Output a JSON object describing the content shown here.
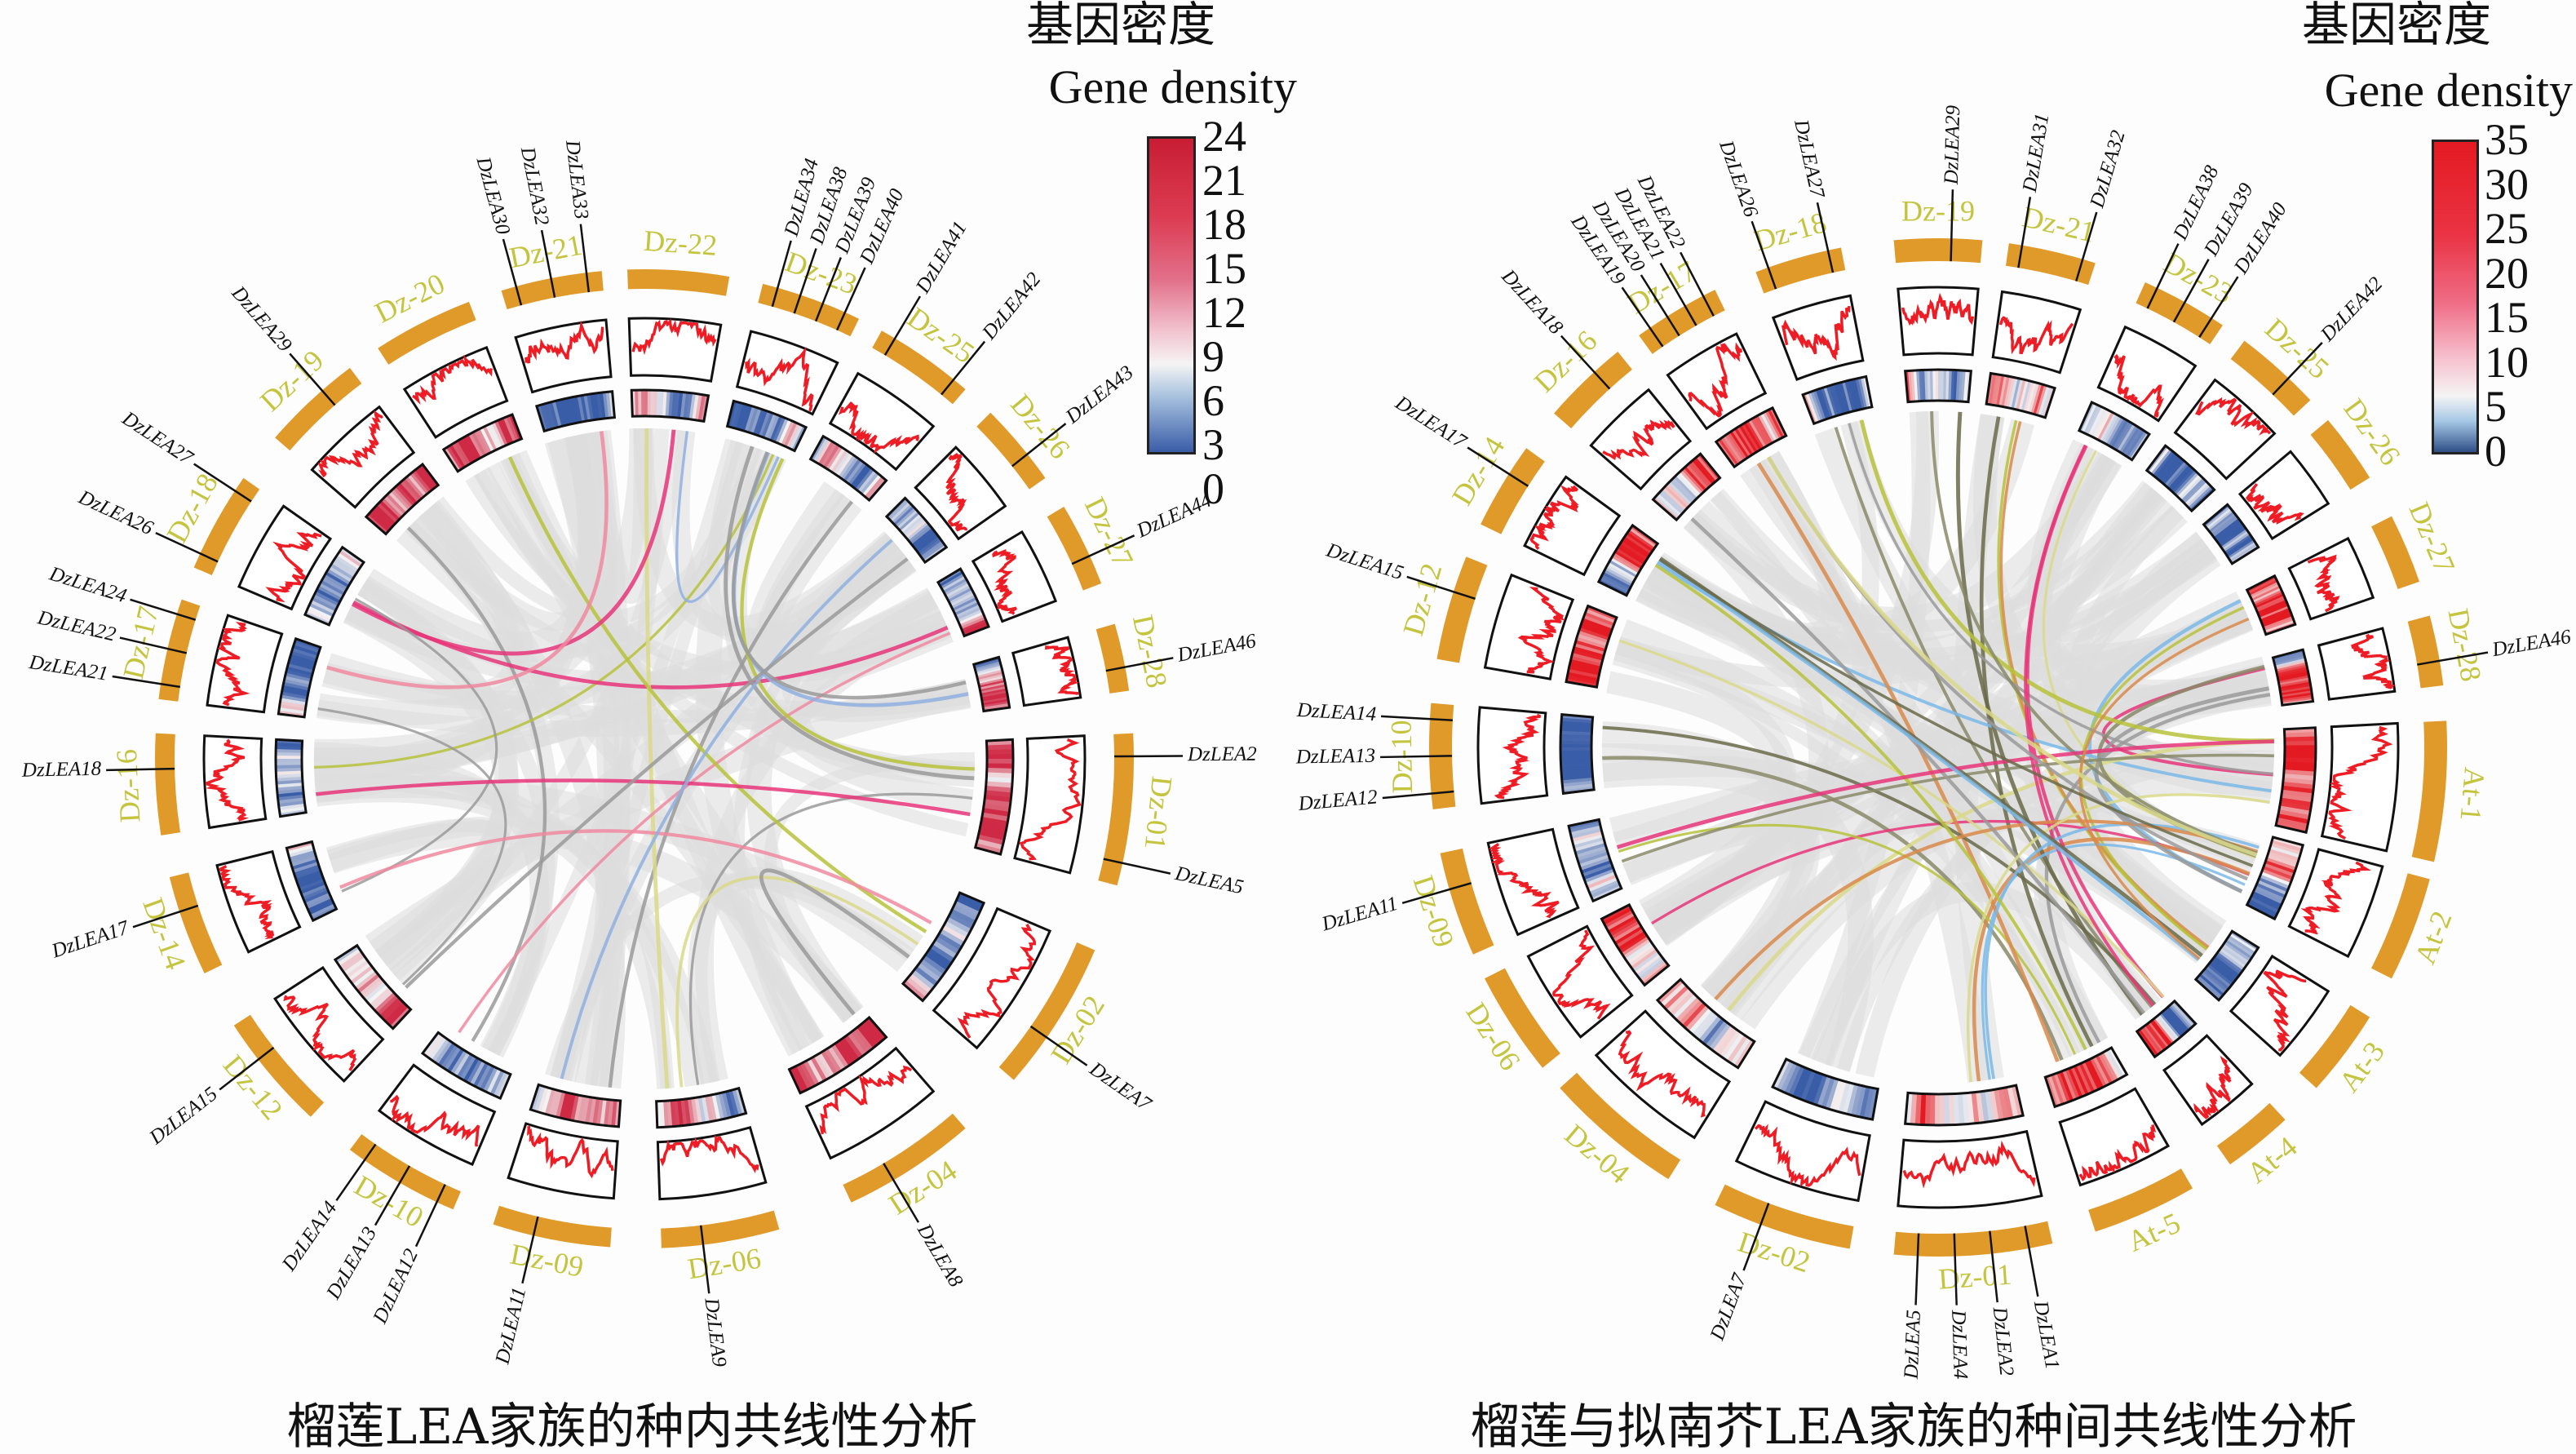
{
  "legends": [
    {
      "title_cn": "基因密度",
      "title_en": "Gene density",
      "ticks": [
        "24",
        "21",
        "18",
        "15",
        "12",
        "9",
        "6",
        "3",
        "0"
      ]
    },
    {
      "title_cn": "基因密度",
      "title_en": "Gene density",
      "ticks": [
        "35",
        "30",
        "25",
        "20",
        "15",
        "10",
        "5",
        "0"
      ]
    }
  ],
  "captions": [
    "榴莲LEA家族的种内共线性分析",
    "榴莲与拟南芥LEA家族的种间共线性分析"
  ],
  "colors": {
    "chromosome": "#e09a2a",
    "chromosome_label": "#c4c43e",
    "density_line": "#ee1c24",
    "heat_low": "#3a5da8",
    "heat_mid": "#f4f4f4",
    "heat_high": "#e0202e",
    "link_gray": "#9a9a9a",
    "link_band": "#dcdcdc"
  },
  "chart_data": {
    "type": "circos",
    "panels": [
      {
        "name": "intra-species",
        "density_range": [
          0,
          24
        ],
        "chromosomes": [
          {
            "name": "Dz-01",
            "genes": [
              "DzLEA2",
              "DzLEA5"
            ]
          },
          {
            "name": "Dz-02",
            "genes": [
              "DzLEA7"
            ]
          },
          {
            "name": "Dz-04",
            "genes": [
              "DzLEA8"
            ]
          },
          {
            "name": "Dz-06",
            "genes": [
              "DzLEA9"
            ]
          },
          {
            "name": "Dz-09",
            "genes": [
              "DzLEA11"
            ]
          },
          {
            "name": "Dz-10",
            "genes": [
              "DzLEA12",
              "DzLEA13",
              "DzLEA14"
            ]
          },
          {
            "name": "Dz-12",
            "genes": [
              "DzLEA15"
            ]
          },
          {
            "name": "Dz-14",
            "genes": [
              "DzLEA17"
            ]
          },
          {
            "name": "Dz-16",
            "genes": [
              "DzLEA18"
            ]
          },
          {
            "name": "Dz-17",
            "genes": [
              "DzLEA21",
              "DzLEA22",
              "DzLEA24"
            ]
          },
          {
            "name": "Dz-18",
            "genes": [
              "DzLEA26",
              "DzLEA27"
            ]
          },
          {
            "name": "Dz-19",
            "genes": [
              "DzLEA29"
            ]
          },
          {
            "name": "Dz-20",
            "genes": []
          },
          {
            "name": "Dz-21",
            "genes": [
              "DzLEA30",
              "DzLEA32",
              "DzLEA33"
            ]
          },
          {
            "name": "Dz-22",
            "genes": []
          },
          {
            "name": "Dz-23",
            "genes": [
              "DzLEA34",
              "DzLEA38",
              "DzLEA39",
              "DzLEA40"
            ]
          },
          {
            "name": "Dz-25",
            "genes": [
              "DzLEA41",
              "DzLEA42"
            ]
          },
          {
            "name": "Dz-26",
            "genes": [
              "DzLEA43"
            ]
          },
          {
            "name": "Dz-27",
            "genes": [
              "DzLEA44"
            ]
          },
          {
            "name": "Dz-28",
            "genes": [
              "DzLEA46"
            ]
          }
        ]
      },
      {
        "name": "inter-species",
        "density_range": [
          0,
          35
        ],
        "chromosomes": [
          {
            "name": "At-1",
            "genes": []
          },
          {
            "name": "At-2",
            "genes": []
          },
          {
            "name": "At-3",
            "genes": []
          },
          {
            "name": "At-4",
            "genes": []
          },
          {
            "name": "At-5",
            "genes": []
          },
          {
            "name": "Dz-01",
            "genes": [
              "DzLEA1",
              "DzLEA2",
              "DzLEA4",
              "DzLEA5"
            ]
          },
          {
            "name": "Dz-02",
            "genes": [
              "DzLEA7"
            ]
          },
          {
            "name": "Dz-04",
            "genes": []
          },
          {
            "name": "Dz-06",
            "genes": []
          },
          {
            "name": "Dz-09",
            "genes": [
              "DzLEA11"
            ]
          },
          {
            "name": "Dz-10",
            "genes": [
              "DzLEA12",
              "DzLEA13",
              "DzLEA14"
            ]
          },
          {
            "name": "Dz-12",
            "genes": [
              "DzLEA15"
            ]
          },
          {
            "name": "Dz-14",
            "genes": [
              "DzLEA17"
            ]
          },
          {
            "name": "Dz-16",
            "genes": [
              "DzLEA18"
            ]
          },
          {
            "name": "Dz-17",
            "genes": [
              "DzLEA19",
              "DzLEA20",
              "DzLEA21",
              "DzLEA22"
            ]
          },
          {
            "name": "Dz-18",
            "genes": [
              "DzLEA26",
              "DzLEA27"
            ]
          },
          {
            "name": "Dz-19",
            "genes": [
              "DzLEA29"
            ]
          },
          {
            "name": "Dz-21",
            "genes": [
              "DzLEA31",
              "DzLEA32"
            ]
          },
          {
            "name": "Dz-23",
            "genes": [
              "DzLEA38",
              "DzLEA39",
              "DzLEA40"
            ]
          },
          {
            "name": "Dz-25",
            "genes": [
              "DzLEA42"
            ]
          },
          {
            "name": "Dz-26",
            "genes": []
          },
          {
            "name": "Dz-27",
            "genes": []
          },
          {
            "name": "Dz-28",
            "genes": [
              "DzLEA46"
            ]
          }
        ]
      }
    ]
  }
}
